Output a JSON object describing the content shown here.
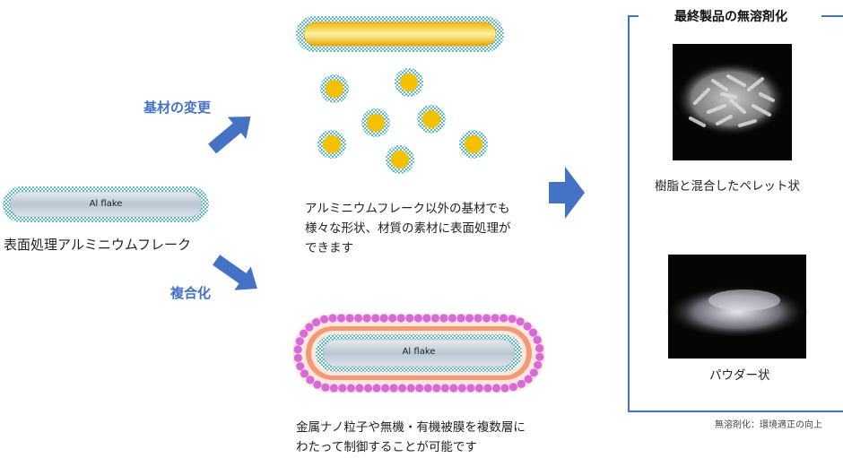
{
  "source": {
    "flake_text": "Al flake",
    "caption": "表面処理アルミニウムフレーク"
  },
  "arrows": {
    "base_change_label": "基材の変更",
    "composite_label": "複合化"
  },
  "base_change": {
    "description_lines": [
      "アルミニウムフレーク以外の基材でも",
      "様々な形状、材質の素材に表面処理が",
      "できます"
    ]
  },
  "composite": {
    "flake_text": "Al flake",
    "description_lines": [
      "金属ナノ粒子や無機・有機被膜を複数層に",
      "わたって制御することが可能です"
    ]
  },
  "products": {
    "title": "最終製品の無溶剤化",
    "pellet_caption": "樹脂と混合したペレット状",
    "powder_caption": "パウダー状",
    "footnote": "無溶剤化：環境適正の向上"
  },
  "colors": {
    "accent": "#4472c4",
    "teal": "#2ea6b0",
    "gold": "#f5c000",
    "magenta": "#d86ad8",
    "salmon": "#f29a78"
  }
}
